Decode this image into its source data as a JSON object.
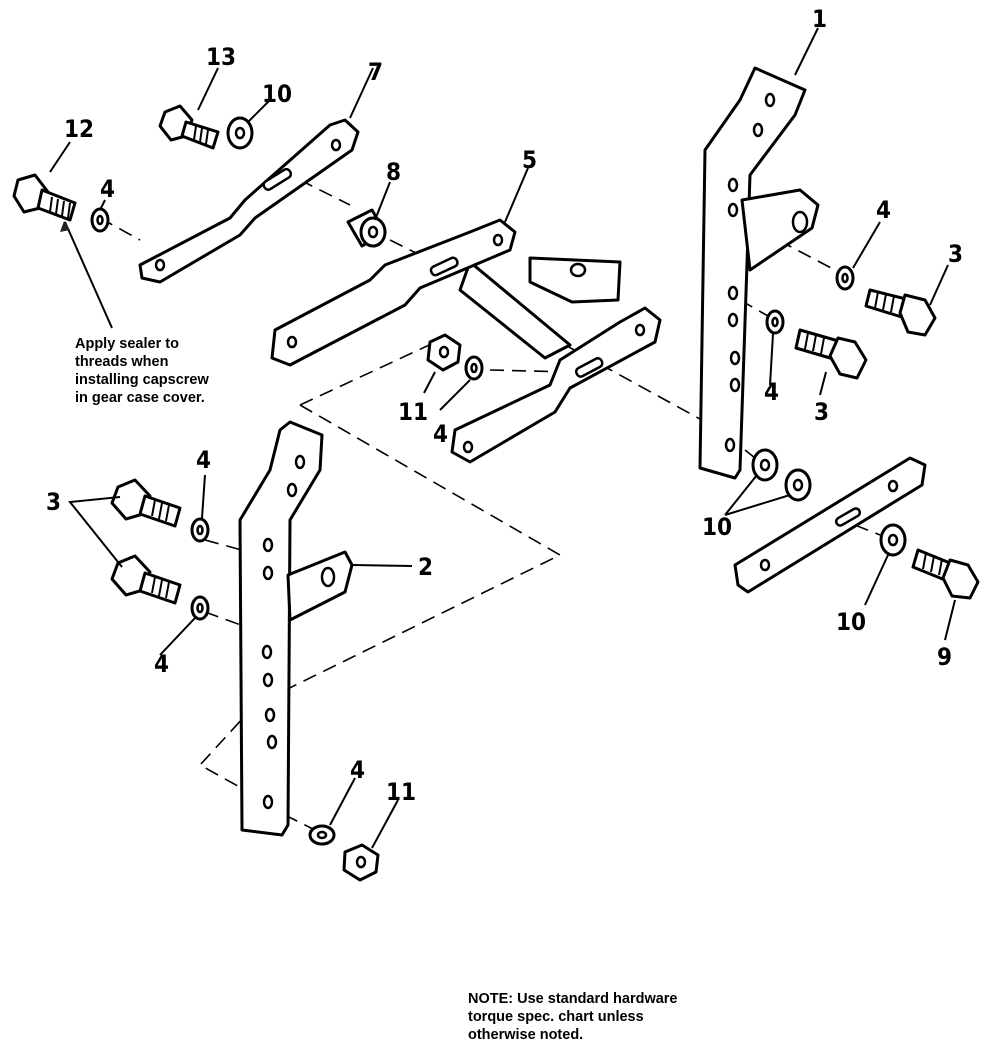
{
  "callouts": {
    "c1": "1",
    "c2": "2",
    "c3a": "3",
    "c3b": "3",
    "c3c": "3",
    "c4a": "4",
    "c4b": "4",
    "c4c": "4",
    "c4d": "4",
    "c4e": "4",
    "c4f": "4",
    "c4g": "4",
    "c5": "5",
    "c7": "7",
    "c8": "8",
    "c9": "9",
    "c10a": "10",
    "c10b": "10",
    "c10c": "10",
    "c11a": "11",
    "c11b": "11",
    "c12": "12",
    "c13": "13"
  },
  "sealer_note": {
    "line1": "Apply sealer to",
    "line2": "threads when",
    "line3": "installing capscrew",
    "line4": "in gear case cover."
  },
  "torque_note": {
    "line1": "NOTE: Use standard hardware",
    "line2": "torque spec. chart unless",
    "line3": "otherwise noted."
  }
}
